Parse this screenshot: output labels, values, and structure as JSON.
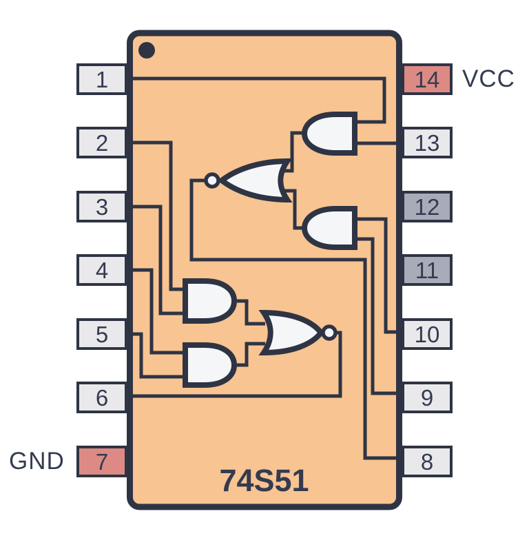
{
  "chip": {
    "title": "74S51",
    "package": "DIP-14",
    "gates": [
      {
        "name": "and-gate-1",
        "type": "AND",
        "connects": "pins 1, 13"
      },
      {
        "name": "and-gate-2",
        "type": "AND",
        "connects": "pins 10, 9"
      },
      {
        "name": "nor-gate-1",
        "type": "NOR",
        "connects": "pin 8"
      },
      {
        "name": "and-gate-3",
        "type": "AND",
        "connects": "pins 2, 3"
      },
      {
        "name": "and-gate-4",
        "type": "AND",
        "connects": "pins 4, 5"
      },
      {
        "name": "nor-gate-2",
        "type": "NOR",
        "connects": "pin 6"
      }
    ]
  },
  "labels": {
    "vcc": "VCC",
    "gnd": "GND"
  },
  "pins": {
    "left": [
      {
        "number": "1",
        "type": "signal"
      },
      {
        "number": "2",
        "type": "signal"
      },
      {
        "number": "3",
        "type": "signal"
      },
      {
        "number": "4",
        "type": "signal"
      },
      {
        "number": "5",
        "type": "signal"
      },
      {
        "number": "6",
        "type": "signal"
      },
      {
        "number": "7",
        "type": "power",
        "label": "GND"
      }
    ],
    "right": [
      {
        "number": "14",
        "type": "power",
        "label": "VCC"
      },
      {
        "number": "13",
        "type": "signal"
      },
      {
        "number": "12",
        "type": "nc"
      },
      {
        "number": "11",
        "type": "nc"
      },
      {
        "number": "10",
        "type": "signal"
      },
      {
        "number": "9",
        "type": "signal"
      },
      {
        "number": "8",
        "type": "signal"
      }
    ]
  },
  "colors": {
    "chip_body": "#f8c492",
    "outline": "#2e3444",
    "pin_default": "#e9e9ec",
    "pin_nc": "#a8abb8",
    "pin_power": "#dd8a84",
    "gate_fill": "#f5f6f8",
    "background": "#ffffff"
  }
}
